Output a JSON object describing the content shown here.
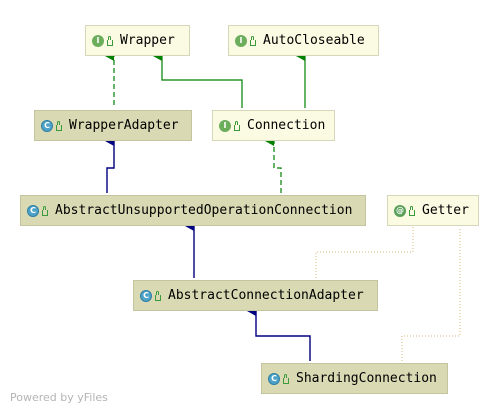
{
  "diagram": {
    "nodes": {
      "wrapper": {
        "label": "Wrapper",
        "kind": "I"
      },
      "autocloseable": {
        "label": "AutoCloseable",
        "kind": "I"
      },
      "wrapper_adapter": {
        "label": "WrapperAdapter",
        "kind": "C"
      },
      "connection": {
        "label": "Connection",
        "kind": "I"
      },
      "abstract_unsupported": {
        "label": "AbstractUnsupportedOperationConnection",
        "kind": "C"
      },
      "getter": {
        "label": "Getter",
        "kind": "@"
      },
      "abstract_conn_adapter": {
        "label": "AbstractConnectionAdapter",
        "kind": "C"
      },
      "sharding_connection": {
        "label": "ShardingConnection",
        "kind": "C"
      }
    },
    "edges": [
      {
        "from": "wrapper_adapter",
        "to": "wrapper",
        "relation": "implements"
      },
      {
        "from": "connection",
        "to": "wrapper",
        "relation": "extends"
      },
      {
        "from": "connection",
        "to": "autocloseable",
        "relation": "extends"
      },
      {
        "from": "abstract_unsupported",
        "to": "wrapper_adapter",
        "relation": "extends"
      },
      {
        "from": "abstract_unsupported",
        "to": "connection",
        "relation": "implements"
      },
      {
        "from": "abstract_conn_adapter",
        "to": "abstract_unsupported",
        "relation": "extends"
      },
      {
        "from": "abstract_conn_adapter",
        "to": "getter",
        "relation": "annotated"
      },
      {
        "from": "sharding_connection",
        "to": "abstract_conn_adapter",
        "relation": "extends"
      },
      {
        "from": "sharding_connection",
        "to": "getter",
        "relation": "annotated"
      }
    ],
    "colors": {
      "extends": "#000080",
      "interface_extends": "#008000",
      "implements": "#008000",
      "annotated": "#d8b878"
    }
  },
  "footer": {
    "text": "Powered by yFiles"
  }
}
